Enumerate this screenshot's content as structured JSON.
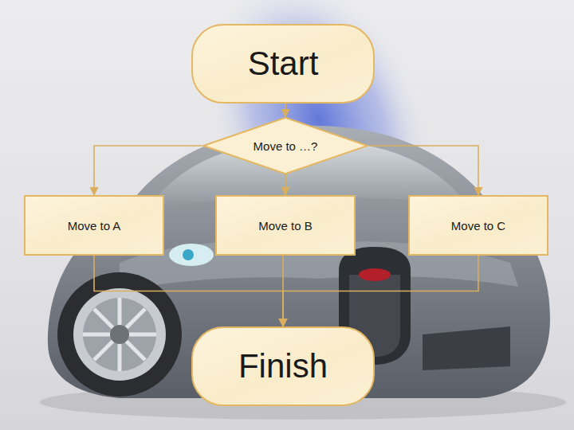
{
  "diagram": {
    "nodes": [
      {
        "text": [
          "Start"
        ]
      },
      {
        "text": [
          "Move to …?"
        ]
      },
      {
        "text": [
          "Move to A"
        ]
      },
      {
        "text": [
          "Move to B"
        ]
      },
      {
        "text": [
          "Move to C"
        ]
      },
      {
        "text": [
          "Finish"
        ]
      }
    ],
    "edges": [
      {
        "from": 0,
        "to": 1,
        "arrow": "to"
      },
      {
        "from": 1,
        "to": 2,
        "arrow": "to"
      },
      {
        "from": 1,
        "to": 3,
        "arrow": "to"
      },
      {
        "from": 1,
        "to": 4,
        "arrow": "to"
      },
      {
        "from": 2,
        "to": 5,
        "arrow": "to"
      },
      {
        "from": 3,
        "to": 5,
        "arrow": "to"
      },
      {
        "from": 4,
        "to": 5,
        "arrow": "to"
      }
    ]
  }
}
